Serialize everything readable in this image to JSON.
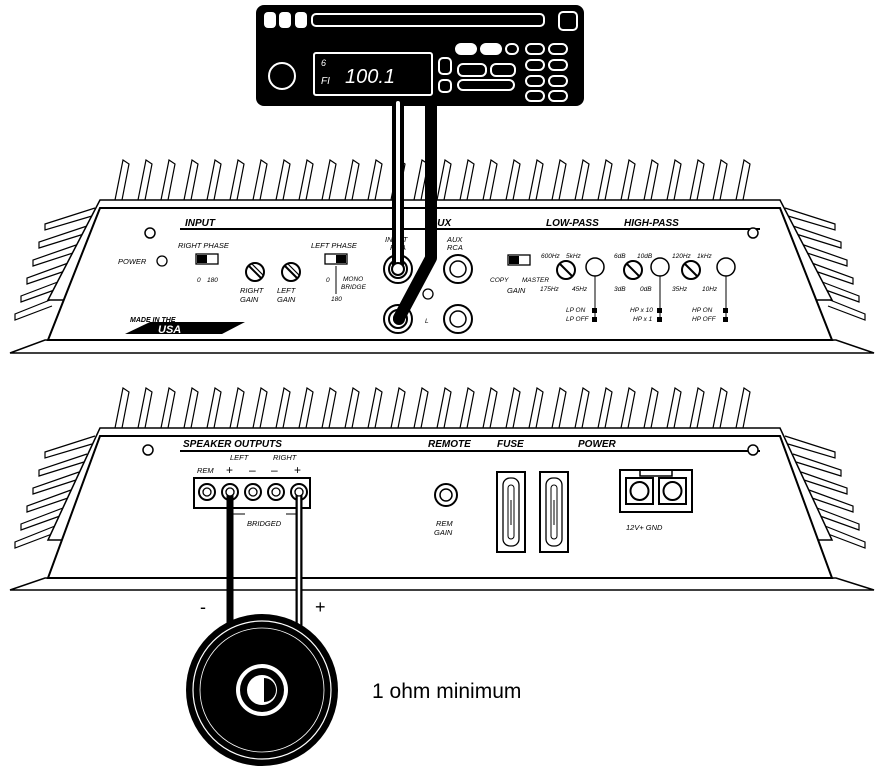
{
  "head_unit": {
    "preset_top": "6",
    "preset_bottom": "FI",
    "frequency": "100.1"
  },
  "top_panel": {
    "power": "POWER",
    "input": "INPUT",
    "right_phase": "RIGHT PHASE",
    "left_phase": "LEFT PHASE",
    "phase_0": "0",
    "phase_180": "180",
    "mono": "MONO",
    "bridge": "BRIDGE",
    "right_gain_1": "RIGHT",
    "right_gain_2": "GAIN",
    "left_gain_1": "LEFT",
    "left_gain_2": "GAIN",
    "input_rca_1": "INPUT",
    "input_rca_2": "RCA",
    "aux": "AUX",
    "aux_rca_1": "AUX",
    "aux_rca_2": "RCA",
    "l": "L",
    "copy": "COPY",
    "master": "MASTER",
    "gain": "GAIN",
    "low_pass": "LOW-PASS",
    "high_pass": "HIGH-PASS",
    "lp_600": "600Hz",
    "lp_5k": "5kHz",
    "lp_175": "175Hz",
    "lp_45": "45Hz",
    "db6": "6dB",
    "db10": "10dB",
    "db3": "3dB",
    "db0": "0dB",
    "hp_120": "120Hz",
    "hp_1k": "1kHz",
    "hp_35": "35Hz",
    "hp_10": "10Hz",
    "lp_on": "LP ON",
    "lp_off": "LP OFF",
    "hp_x10": "HP x 10",
    "hp_x1": "HP x 1",
    "hp_on": "HP ON",
    "hp_off": "HP OFF",
    "logo_1": "MADE IN THE",
    "logo_2": "USA"
  },
  "bottom_panel": {
    "speaker_outputs": "SPEAKER OUTPUTS",
    "left": "LEFT",
    "right": "RIGHT",
    "rem": "REM",
    "plus1": "+",
    "minus1": "–",
    "minus2": "–",
    "plus2": "+",
    "bridged": "BRIDGED",
    "remote": "REMOTE",
    "rem_gain_1": "REM",
    "rem_gain_2": "GAIN",
    "fuse": "FUSE",
    "power": "POWER",
    "power_terminals": "12V+ GND"
  },
  "speaker": {
    "minus": "-",
    "plus": "+",
    "note": "1 ohm minimum"
  }
}
